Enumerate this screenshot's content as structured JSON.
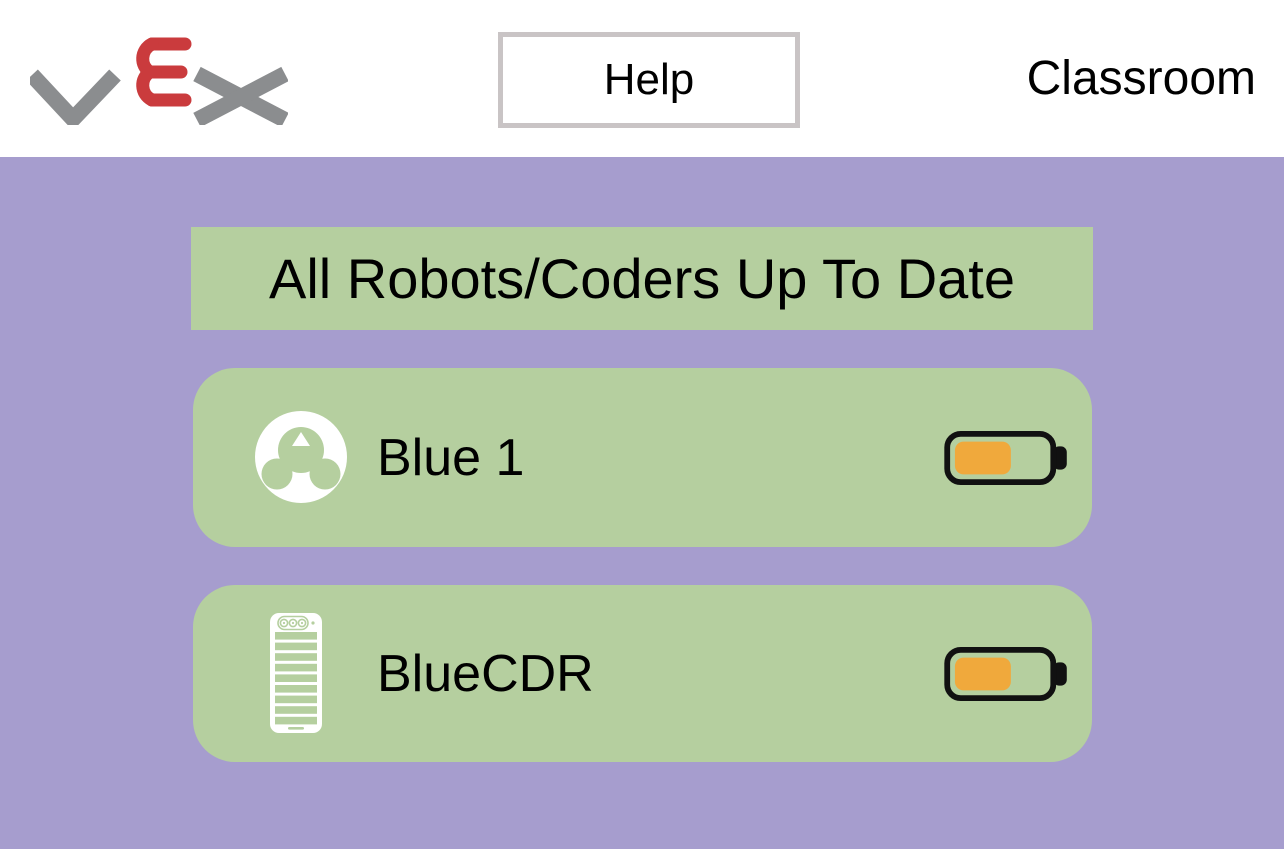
{
  "header": {
    "logo": "VEX",
    "help_button": "Help",
    "mode_label": "Classroom"
  },
  "status_banner": {
    "text": "All Robots/Coders Up To Date"
  },
  "devices": [
    {
      "name": "Blue 1",
      "type": "robot",
      "icon": "robot-123-icon",
      "battery": {
        "level_percent": 56,
        "fill_width": 58
      }
    },
    {
      "name": "BlueCDR",
      "type": "coder",
      "icon": "coder-icon",
      "battery": {
        "level_percent": 56,
        "fill_width": 58
      }
    }
  ],
  "colors": {
    "background_purple": "#a69dce",
    "panel_green": "#b5cf9f",
    "battery_orange": "#f0a93c",
    "battery_outline": "#111111",
    "vex_red": "#ca3b3d",
    "vex_gray": "#8b8d8f",
    "help_border_gray": "#c9c4c5"
  }
}
